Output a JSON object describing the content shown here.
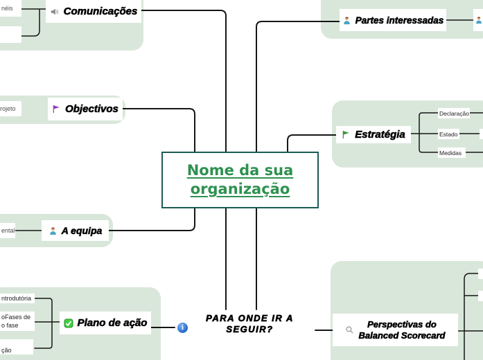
{
  "central_topic": {
    "line1": "Nome da sua",
    "line2": "organização"
  },
  "main_topics": {
    "comunicacoes": "Comunicações",
    "objectivos": "Objectivos",
    "partes_interessadas": "Partes interessadas",
    "estrategia": "Estratégia",
    "a_equipa": "A equipa",
    "plano_de_acao": "Plano de ação",
    "perspectivas_line1": "Perspectivas do",
    "perspectivas_line2": "Balanced Scorecard",
    "para_onde_line1": "PARA ONDE IR A",
    "para_onde_line2": "SEGUIR?"
  },
  "subtopics": {
    "estrategia_children": [
      "Declaração",
      "Estado",
      "Medidas"
    ],
    "comunicacoes_child_partial": "néis",
    "objectivos_child_partial": "projeto",
    "equipa_child_partial": "ental",
    "plano_child1_partial": "ntrodutória",
    "plano_child2_line1_partial": "oFases de",
    "plano_child2_line2_partial": "o fase",
    "plano_child3_partial": "ção",
    "info_icon_glyph": "i"
  },
  "colors": {
    "boundary_fill": "#d9e7da",
    "central_border": "#1c5a53",
    "central_text": "#2e9150",
    "connector": "#151515",
    "info_icon": "#2f74d0",
    "flag_purple": "#9a35c8",
    "flag_green": "#2f9a35",
    "check_green": "#3fd13f"
  }
}
